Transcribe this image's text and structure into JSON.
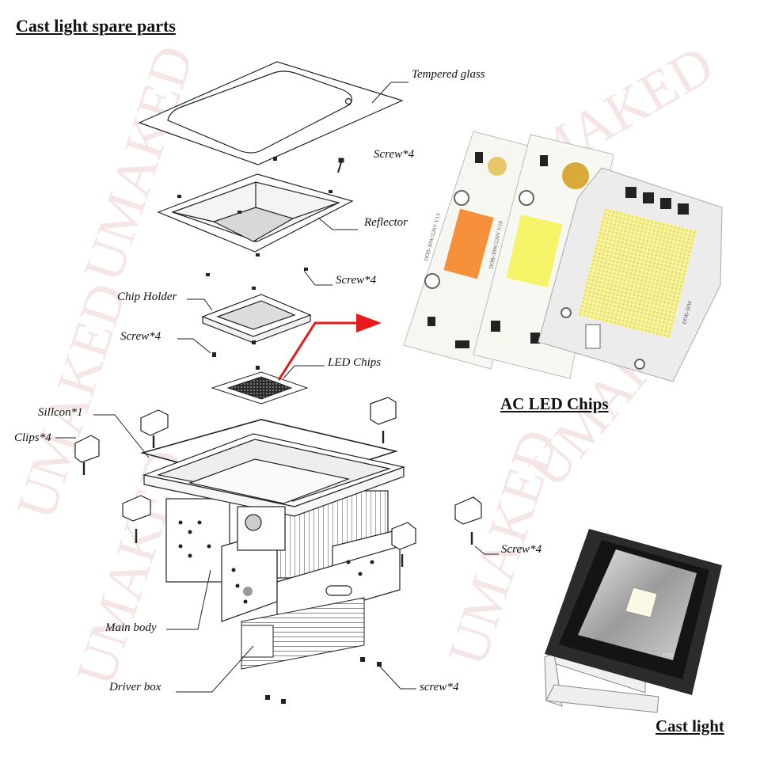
{
  "titles": {
    "main": "Cast light spare parts",
    "chips": "AC LED Chips",
    "cast": "Cast light"
  },
  "labels": {
    "tempered_glass": "Tempered glass",
    "screw_top": "Screw*4",
    "reflector": "Reflector",
    "screw_mid": "Screw*4",
    "chip_holder": "Chip Holder",
    "screw_left": "Screw*4",
    "led_chips": "LED Chips",
    "silicon": "Sillcon*1",
    "clips": "Clips*4",
    "screw_right": "Screw*4",
    "main_body": "Main body",
    "driver_box": "Driver box",
    "screw_bottom": "screw*4"
  },
  "watermark": "UMAKED",
  "chip_marks": {
    "c1": "DOB-30W/220V V13",
    "c2": "DOB-30W/220V V10",
    "c3": "DOB-50W"
  },
  "floodlight_badge": "IP65",
  "colors": {
    "arrow": "#e8191c",
    "chip_orange": "#f7903a",
    "chip_yellow": "#f4f25a",
    "chip_warm": "#f0ee62",
    "watermark": "#e6b8b8"
  }
}
